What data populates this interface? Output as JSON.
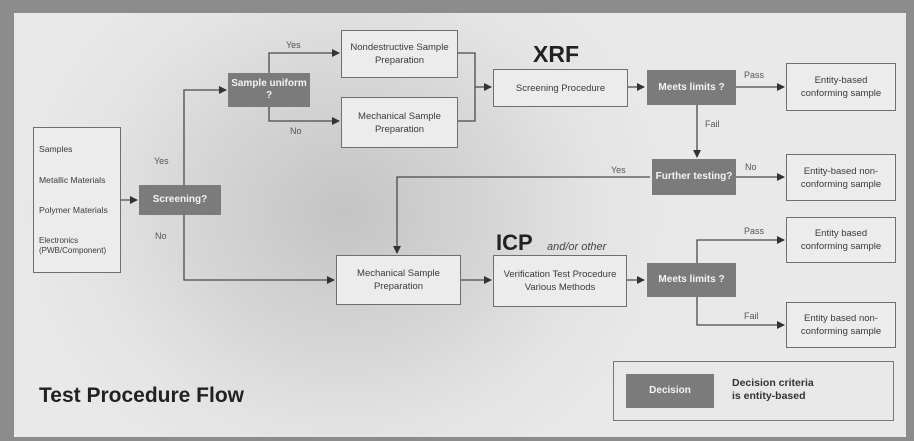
{
  "title": "Test Procedure Flow",
  "xrf_label": "XRF",
  "icp_label": "ICP",
  "icp_sub": "and/or other",
  "nodes": {
    "samples_title": "Samples",
    "samples_items": [
      "Metallic Materials",
      "Polymer Materials",
      "Electronics (PWB/Component)"
    ],
    "screening": "Screening?",
    "sample_uniform": "Sample uniform ?",
    "nondestructive": "Nondestructive Sample Preparation",
    "mechanical_top": "Mechanical Sample Preparation",
    "screening_procedure": "Screening Procedure",
    "meets_limits_top": "Meets limits ?",
    "conforming_top": "Entity-based conforming sample",
    "further_testing": "Further testing?",
    "nonconforming_mid": "Entity-based non-conforming sample",
    "mechanical_bottom": "Mechanical Sample Preparation",
    "verification": "Verification Test Procedure Various Methods",
    "meets_limits_bottom": "Meets limits ?",
    "conforming_bottom": "Entity based conforming sample",
    "nonconforming_bottom": "Entity based non-conforming sample"
  },
  "edge_labels": {
    "yes_upper": "Yes",
    "no_upper": "No",
    "yes_screening": "Yes",
    "no_screening": "No",
    "pass_top": "Pass",
    "fail_top": "Fail",
    "yes_further": "Yes",
    "no_further": "No",
    "pass_bottom": "Pass",
    "fail_bottom": "Fail"
  },
  "legend": {
    "badge": "Decision",
    "text_line1": "Decision criteria",
    "text_line2": "is entity-based"
  },
  "colors": {
    "decision_fill": "#7b7b7b",
    "box_fill": "#ececec",
    "line": "#444444"
  }
}
